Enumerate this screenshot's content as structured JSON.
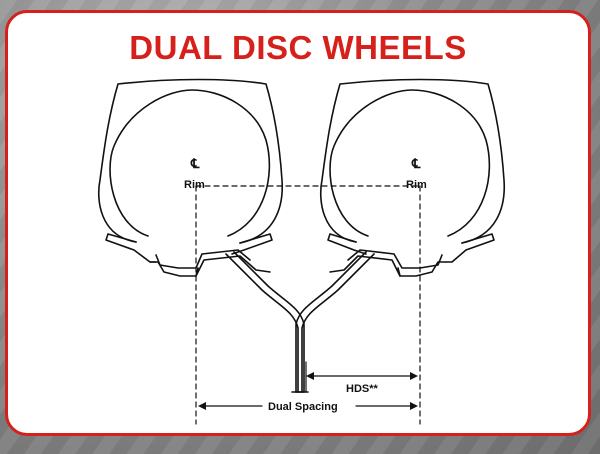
{
  "title": "DUAL DISC WHEELS",
  "labels": {
    "centerline_symbol": "℄",
    "rim_left": "Rim",
    "rim_right": "Rim",
    "hds": "HDS**",
    "dual_spacing": "Dual Spacing"
  },
  "colors": {
    "accent": "#d6201c",
    "line": "#111111",
    "card_bg": "#ffffff"
  }
}
